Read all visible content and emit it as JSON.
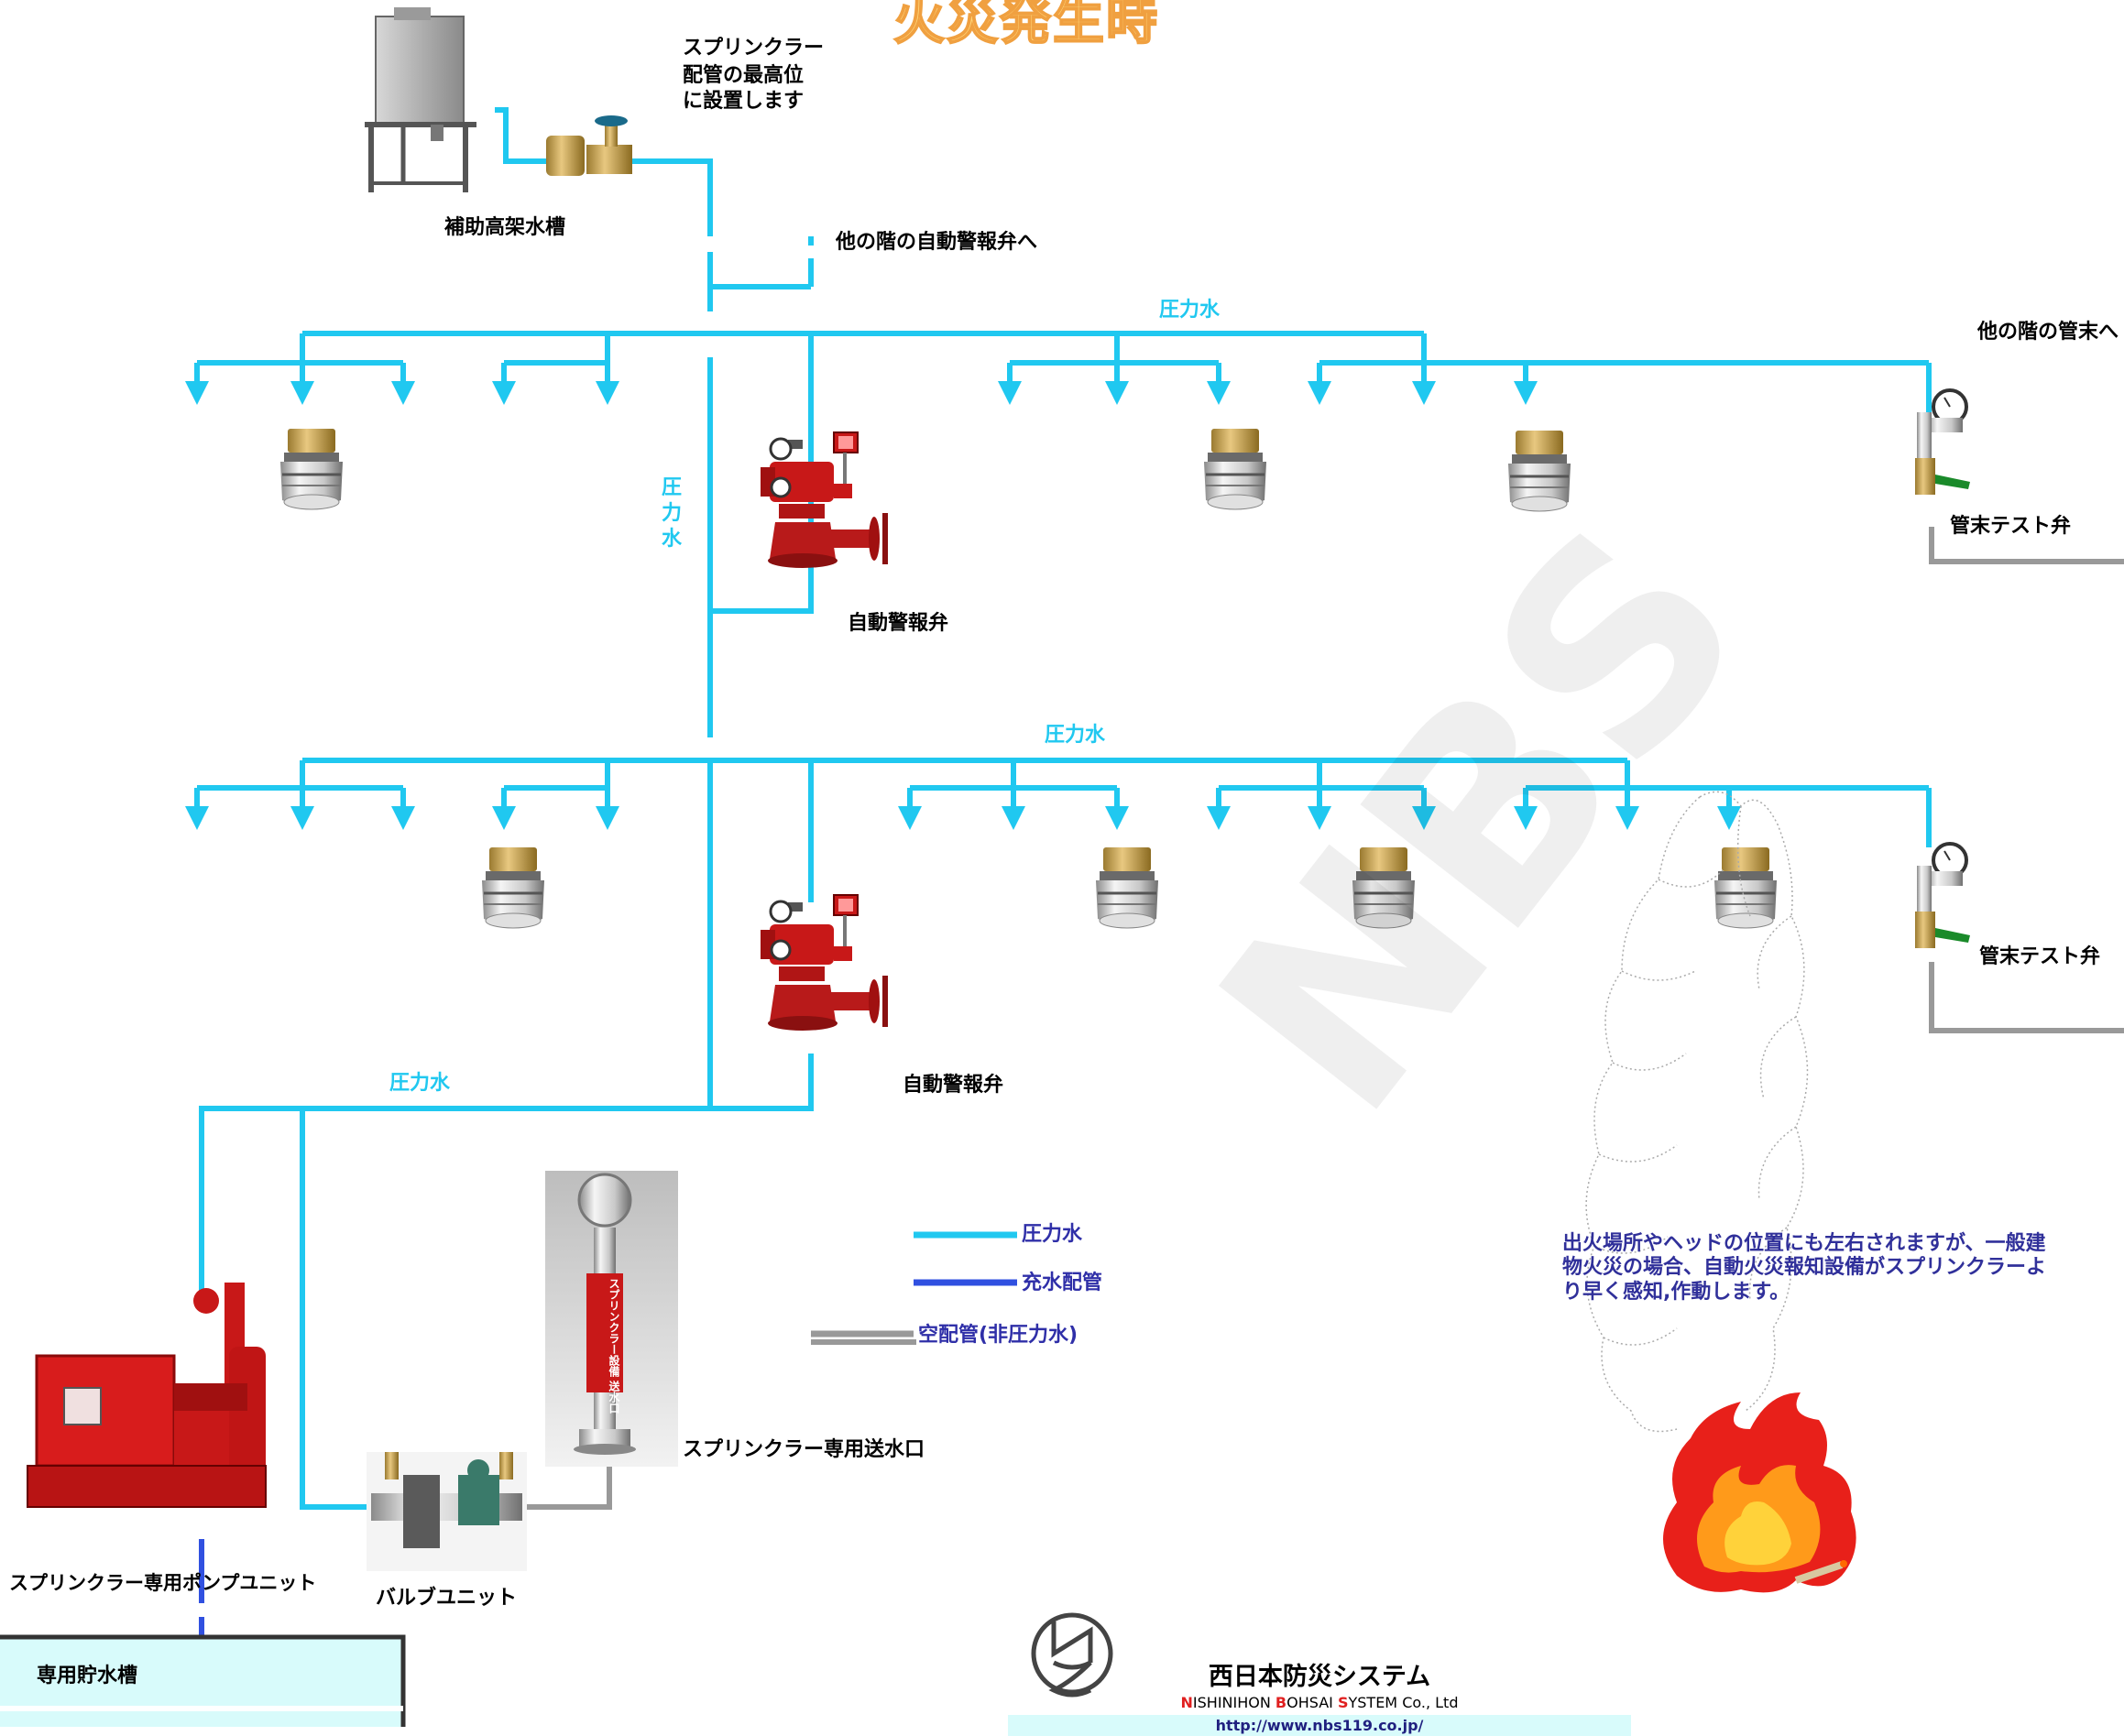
{
  "title": "火災発生時",
  "watermark": "NBS",
  "labels": {
    "aux_tank": "補助高架水槽",
    "aux_tank_note": [
      "スプリンクラー",
      "配管の最高位",
      "に設置します"
    ],
    "to_other_floor_alarm": "他の階の自動警報弁へ",
    "to_other_floor_pipe_end": "他の階の管末へ",
    "pressure_water": "圧力水",
    "pressure_water_vertical": [
      "圧",
      "力",
      "水"
    ],
    "alarm_valve": "自動警報弁",
    "end_test_valve": "管末テスト弁",
    "siamese": "スプリンクラー専用送水口",
    "pump_unit": "スプリンクラー専用ポンプユニット",
    "valve_unit": "バルブユニット",
    "reservoir": "専用貯水槽",
    "siamese_plate": [
      "スプリンクラー設備",
      "送水口"
    ]
  },
  "legend": [
    {
      "label": "圧力水",
      "color": "#20c8f0"
    },
    {
      "label": "充水配管",
      "color": "#3050e0"
    },
    {
      "label": "空配管(非圧力水)",
      "color": "#999999"
    }
  ],
  "note": "出火場所やヘッドの位置にも左右されますが、一般建物火災の場合、自動火災報知設備がスプリンクラーより早く感知,作動します。",
  "company": {
    "name_jp": "西日本防災システム",
    "name_en_parts": [
      {
        "initial": "N",
        "rest": "ISHINIHON "
      },
      {
        "initial": "B",
        "rest": "OHSAI "
      },
      {
        "initial": "S",
        "rest": "YSTEM Co., Ltd"
      }
    ],
    "url": "http://www.nbs119.co.jp/"
  },
  "colors": {
    "pressure_pipe": "#20c8f0",
    "filled_pipe": "#3050e0",
    "dry_pipe": "#999999",
    "valve_red": "#c81818",
    "fire_orange": "#ff8c1a",
    "fire_red": "#e8201a"
  }
}
